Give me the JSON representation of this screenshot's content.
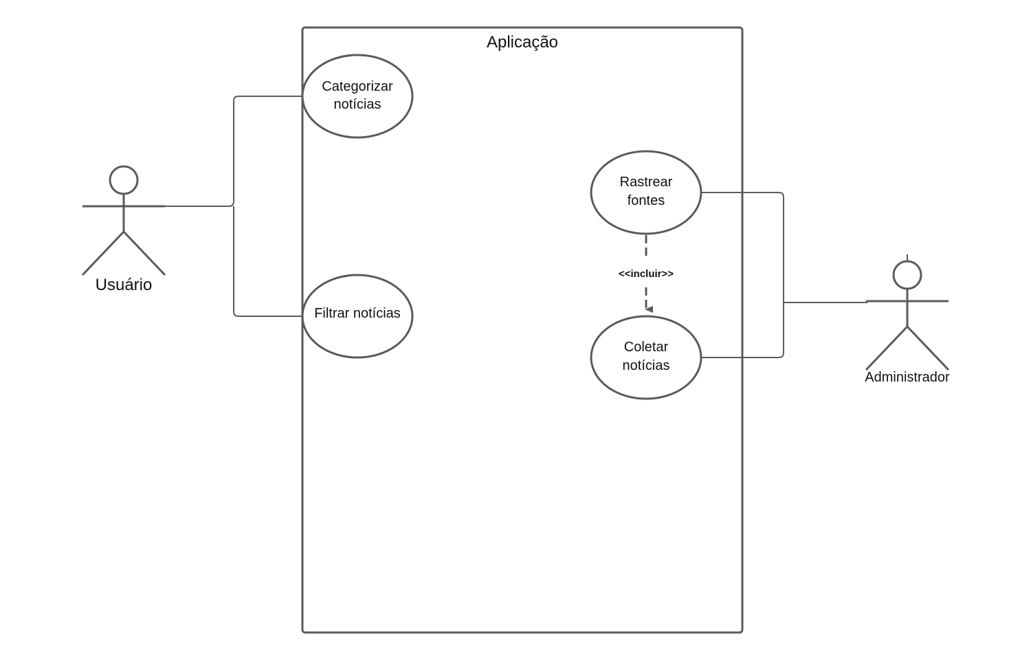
{
  "system": {
    "title": "Aplicação"
  },
  "actors": {
    "user": {
      "label": "Usuário"
    },
    "admin": {
      "label": "Administrador"
    }
  },
  "use_cases": {
    "categorize": {
      "line1": "Categorizar",
      "line2": "notícias"
    },
    "filter": {
      "line1": "Filtrar notícias"
    },
    "track": {
      "line1": "Rastrear",
      "line2": "fontes"
    },
    "collect": {
      "line1": "Coletar",
      "line2": "notícias"
    }
  },
  "relations": {
    "include_label": "<<incluir>>"
  }
}
